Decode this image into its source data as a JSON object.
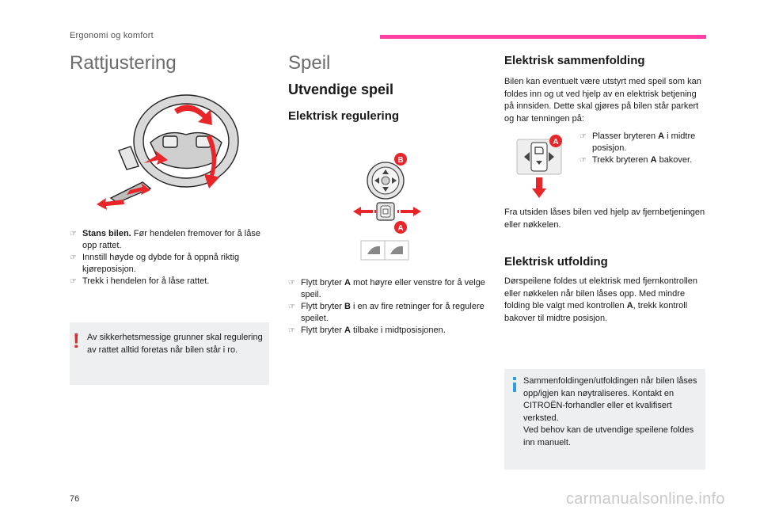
{
  "header": {
    "chapter": "Ergonomi og komfort",
    "accent_color": "#ff3fa4"
  },
  "page_number": "76",
  "watermark": "carmanualsonline.info",
  "steering": {
    "title": "Rattjustering",
    "steps": [
      {
        "bold": "Stans bilen.",
        "text": " Før hendelen fremover for å låse opp rattet."
      },
      {
        "bold": "",
        "text": "Innstill høyde og dybde for å oppnå riktig kjøreposisjon."
      },
      {
        "bold": "",
        "text": "Trekk i hendelen for å låse rattet."
      }
    ],
    "warning": {
      "mark": "!",
      "text": "Av sikkerhetsmessige grunner skal regulering av rattet alltid foretas når bilen står i ro."
    }
  },
  "mirrors": {
    "title": "Speil",
    "subtitle": "Utvendige speil",
    "section": "Elektrisk regulering",
    "diagram_labels": {
      "a": "A",
      "b": "B"
    },
    "steps": [
      {
        "pre": "Flytt bryter ",
        "bold": "A",
        "post": " mot høyre eller venstre for å velge speil."
      },
      {
        "pre": "Flytt bryter ",
        "bold": "B",
        "post": " i en av fire retninger for å regulere speilet."
      },
      {
        "pre": "Flytt bryter ",
        "bold": "A",
        "post": " tilbake i midtposisjonen."
      }
    ]
  },
  "folding": {
    "title": "Elektrisk sammenfolding",
    "intro": "Bilen kan eventuelt være utstyrt med speil som kan foldes inn og ut ved hjelp av en elektrisk betjening på innsiden. Dette skal gjøres på bilen står parkert og har tenningen på:",
    "diagram_label": "A",
    "steps": [
      {
        "pre": "Plasser bryteren ",
        "bold": "A",
        "post": " i midtre posisjon."
      },
      {
        "pre": "Trekk bryteren ",
        "bold": "A",
        "post": " bakover."
      }
    ],
    "outside": "Fra utsiden låses bilen ved hjelp av fjernbetjeningen eller nøkkelen.",
    "unfold_title": "Elektrisk utfolding",
    "unfold_text_pre": "Dørspeilene foldes ut elektrisk med fjernkontrollen eller nøkkelen når bilen låses opp. Med mindre folding ble valgt med kontrollen ",
    "unfold_text_bold": "A",
    "unfold_text_post": ", trekk kontroll bakover til midtre posisjon.",
    "info": {
      "mark": "i",
      "text1": "Sammenfoldingen/utfoldingen når bilen låses opp/igjen kan nøytraliseres. Kontakt en CITROËN-forhandler eller et kvalifisert verksted.",
      "text2": "Ved behov kan de utvendige speilene foldes inn manuelt."
    }
  },
  "colors": {
    "arrow": "#e8262a",
    "info": "#2b9fe0",
    "panel": "#eeeff0"
  },
  "bullet_icon": "pointing-finger-icon"
}
